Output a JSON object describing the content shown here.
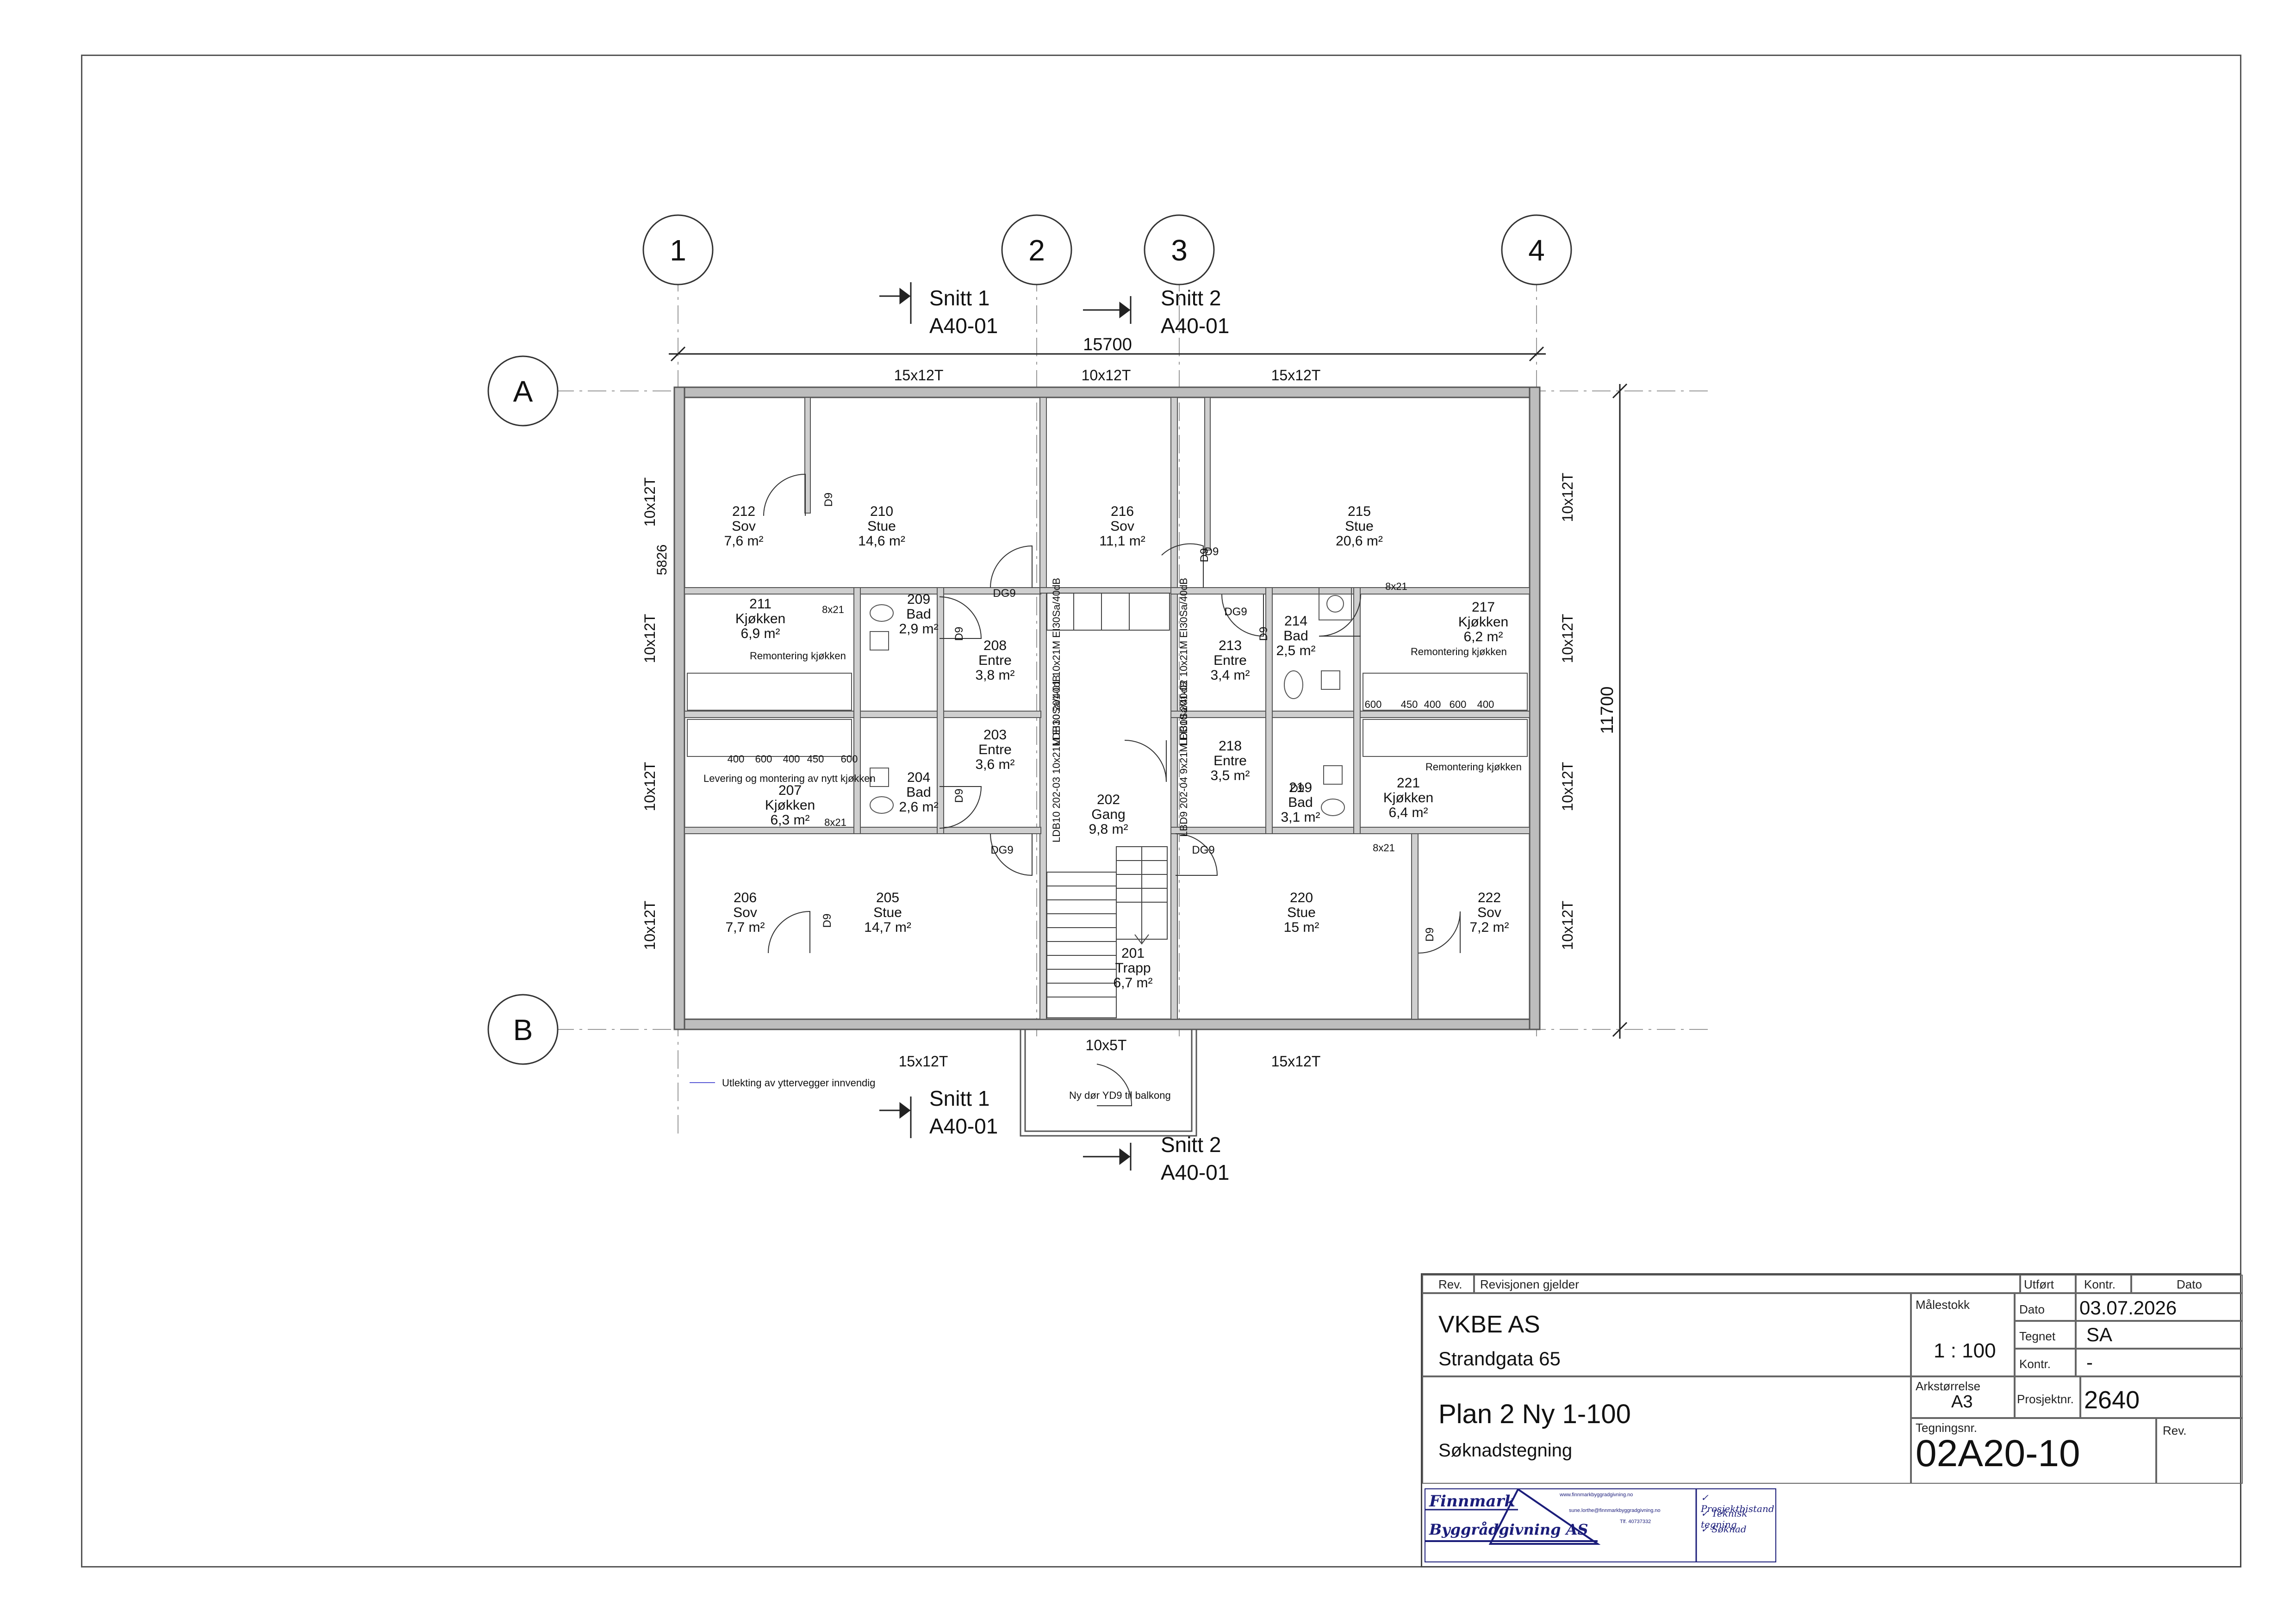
{
  "drawing": {
    "grid_columns": [
      "1",
      "2",
      "3",
      "4"
    ],
    "grid_rows": [
      "A",
      "B"
    ],
    "sections": [
      {
        "name": "Snitt 1",
        "ref": "A40-01"
      },
      {
        "name": "Snitt 2",
        "ref": "A40-01"
      },
      {
        "name": "Snitt 1",
        "ref": "A40-01"
      },
      {
        "name": "Snitt 2",
        "ref": "A40-01"
      }
    ],
    "dimensions": {
      "overall_width": "15700",
      "overall_depth": "11700",
      "partial_left": "5826"
    },
    "window_labels_top": [
      "15x12T",
      "10x12T",
      "15x12T"
    ],
    "window_labels_bottom": [
      "15x12T",
      "10x5T",
      "15x12T"
    ],
    "window_labels_left": [
      "10x12T",
      "10x12T",
      "10x12T",
      "10x12T"
    ],
    "window_labels_right": [
      "10x12T",
      "10x12T",
      "10x12T",
      "10x12T"
    ],
    "rooms": [
      {
        "num": "212",
        "name": "Sov",
        "area": "7,6 m²"
      },
      {
        "num": "210",
        "name": "Stue",
        "area": "14,6 m²"
      },
      {
        "num": "216",
        "name": "Sov",
        "area": "11,1 m²"
      },
      {
        "num": "215",
        "name": "Stue",
        "area": "20,6 m²"
      },
      {
        "num": "211",
        "name": "Kjøkken",
        "area": "6,9 m²"
      },
      {
        "num": "209",
        "name": "Bad",
        "area": "2,9 m²"
      },
      {
        "num": "208",
        "name": "Entre",
        "area": "3,8 m²"
      },
      {
        "num": "213",
        "name": "Entre",
        "area": "3,4 m²"
      },
      {
        "num": "214",
        "name": "Bad",
        "area": "2,5 m²"
      },
      {
        "num": "217",
        "name": "Kjøkken",
        "area": "6,2 m²"
      },
      {
        "num": "203",
        "name": "Entre",
        "area": "3,6 m²"
      },
      {
        "num": "204",
        "name": "Bad",
        "area": "2,6 m²"
      },
      {
        "num": "207",
        "name": "Kjøkken",
        "area": "6,3 m²"
      },
      {
        "num": "202",
        "name": "Gang",
        "area": "9,8 m²"
      },
      {
        "num": "218",
        "name": "Entre",
        "area": "3,5 m²"
      },
      {
        "num": "219",
        "name": "Bad",
        "area": "3,1 m²"
      },
      {
        "num": "221",
        "name": "Kjøkken",
        "area": "6,4 m²"
      },
      {
        "num": "206",
        "name": "Sov",
        "area": "7,7 m²"
      },
      {
        "num": "205",
        "name": "Stue",
        "area": "14,7 m²"
      },
      {
        "num": "201",
        "name": "Trapp",
        "area": "6,7 m²"
      },
      {
        "num": "220",
        "name": "Stue",
        "area": "15 m²"
      },
      {
        "num": "222",
        "name": "Sov",
        "area": "7,2 m²"
      }
    ],
    "door_tags": [
      "D9",
      "DG9",
      "D9",
      "D9",
      "DG9",
      "D9",
      "DG9",
      "DG9",
      "D9",
      "D9",
      "D9",
      "D9",
      "D9"
    ],
    "small_tags": [
      "8x21",
      "8x21",
      "8x21",
      "8x21"
    ],
    "cabinet_sizes_left": [
      "400",
      "600",
      "400",
      "450",
      "600"
    ],
    "cabinet_sizes_right": [
      "600",
      "450",
      "400",
      "600",
      "400"
    ],
    "notes": {
      "remontering_left": "Remontering kjøkken",
      "remontering_right_top": "Remontering kjøkken",
      "remontering_right_bottom": "Remontering kjøkken",
      "levering": "Levering og montering av nytt kjøkken",
      "legend": "Utlekting av yttervegger innvendig",
      "balcony": "Ny dør YD9 til balkong"
    },
    "wall_specs": [
      "LDB10 201-01 10x21M EI30Sa/40dB",
      "LDB10 201-02 10x21M EI30Sa/40dB",
      "LDB10 202-03 10x21M EI30Sa/40dB",
      "LBD9 202-04 9x21M EI30Sa/40dB"
    ]
  },
  "title_block": {
    "header": {
      "rev": "Rev.",
      "revisjon": "Revisjonen gjelder",
      "utfort": "Utført",
      "kontr": "Kontr.",
      "dato": "Dato"
    },
    "client": "VKBE AS",
    "address": "Strandgata 65",
    "malestokk_label": "Målestokk",
    "malestokk": "1 : 100",
    "dato_label": "Dato",
    "dato": "03.07.2026",
    "tegnet_label": "Tegnet",
    "tegnet": "SA",
    "kontr_label": "Kontr.",
    "kontr": "-",
    "drawing_title": "Plan 2 Ny 1-100",
    "drawing_subtitle": "Søknadstegning",
    "arkstorrelse_label": "Arkstørrelse",
    "arkstorrelse": "A3",
    "prosjektnr_label": "Prosjektnr.",
    "prosjektnr": "2640",
    "tegningsnr_label": "Tegningsnr.",
    "tegningsnr": "02A20-10",
    "rev_label": "Rev.",
    "logo": {
      "line1": "Finnmark",
      "line2": "Byggrådgivning AS",
      "web": "www.finnmarkbyggradgivning.no",
      "email": "sune.lorthe@finnmarkbyggradgivning.no",
      "phone": "Tlf. 40737332",
      "services": [
        "✓ Prosjektbistand",
        "✓ Teknisk tegning",
        "✓ Søknad"
      ]
    }
  }
}
